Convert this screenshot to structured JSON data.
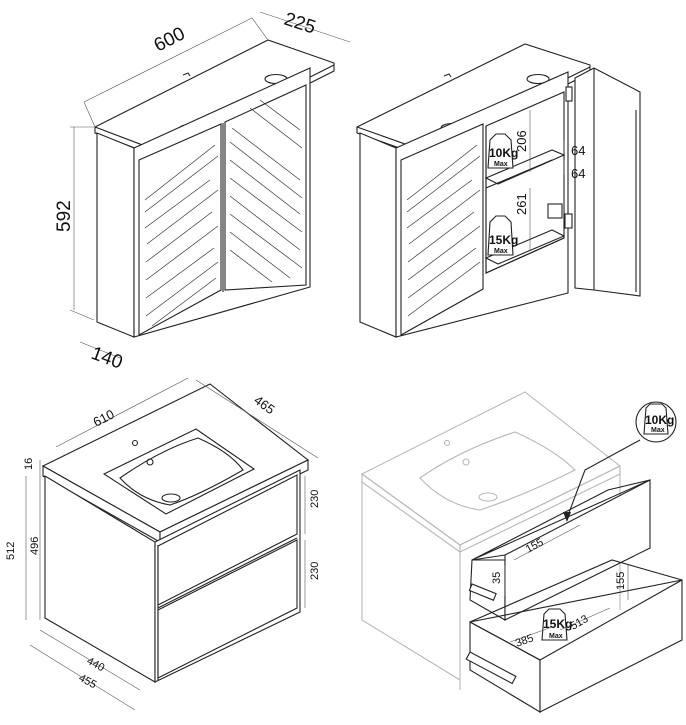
{
  "top_left": {
    "width": "600",
    "depth": "225",
    "height": "592",
    "side_depth": "140"
  },
  "top_right": {
    "shelf_upper": "206",
    "shelf_lower": "261",
    "gap_top": "64",
    "gap_bottom": "64",
    "badge_upper": {
      "weight": "10Kg",
      "label": "Max"
    },
    "badge_lower": {
      "weight": "15Kg",
      "label": "Max"
    }
  },
  "bottom_left": {
    "width": "610",
    "depth": "465",
    "top_thickness": "16",
    "height_total": "512",
    "height_body": "496",
    "drawer_upper": "230",
    "drawer_lower": "230",
    "base_depth": "440",
    "base_width": "455"
  },
  "bottom_right": {
    "badge_upper": {
      "weight": "10Kg",
      "label": "Max"
    },
    "badge_lower": {
      "weight": "15Kg",
      "label": "Max"
    },
    "upper_drawer_width": "155",
    "upper_drawer_height": "35",
    "lower_drawer_height": "155",
    "lower_drawer_depth": "513",
    "lower_drawer_width": "385"
  }
}
